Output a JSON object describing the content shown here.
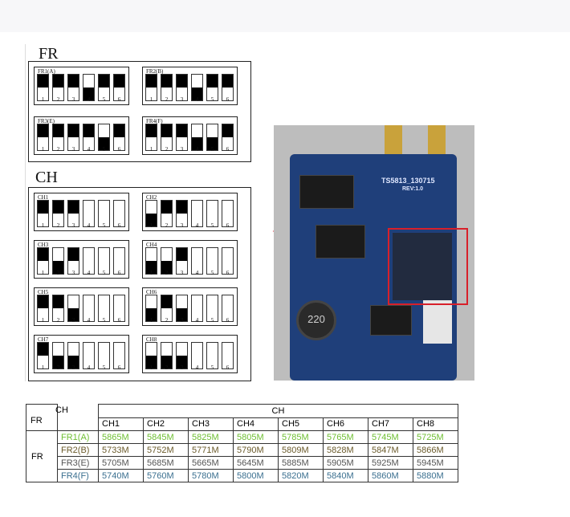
{
  "diagram": {
    "fr_title": "FR",
    "ch_title": "CH",
    "fr_cards": [
      {
        "label": "FR1(A)",
        "switches": [
          "up",
          "up",
          "up",
          "down",
          "up",
          "up"
        ]
      },
      {
        "label": "FR2(B)",
        "switches": [
          "up",
          "up",
          "up",
          "down",
          "up",
          "up"
        ]
      },
      {
        "label": "FR3(E)",
        "switches": [
          "up",
          "up",
          "up",
          "up",
          "down",
          "up"
        ]
      },
      {
        "label": "FR4(F)",
        "switches": [
          "up",
          "up",
          "up",
          "down",
          "down",
          "up"
        ]
      }
    ],
    "ch_cards": [
      {
        "label": "CH1",
        "switches": [
          "up",
          "up",
          "up",
          "off",
          "off",
          "off"
        ]
      },
      {
        "label": "CH2",
        "switches": [
          "down",
          "up",
          "up",
          "off",
          "off",
          "off"
        ]
      },
      {
        "label": "CH3",
        "switches": [
          "up",
          "down",
          "up",
          "off",
          "off",
          "off"
        ]
      },
      {
        "label": "CH4",
        "switches": [
          "down",
          "down",
          "up",
          "off",
          "off",
          "off"
        ]
      },
      {
        "label": "CH5",
        "switches": [
          "up",
          "up",
          "down",
          "off",
          "off",
          "off"
        ]
      },
      {
        "label": "CH6",
        "switches": [
          "down",
          "up",
          "down",
          "off",
          "off",
          "off"
        ]
      },
      {
        "label": "CH7",
        "switches": [
          "up",
          "down",
          "down",
          "off",
          "off",
          "off"
        ]
      },
      {
        "label": "CH8",
        "switches": [
          "down",
          "down",
          "down",
          "off",
          "off",
          "off"
        ]
      }
    ],
    "switch_numbers": [
      "1",
      "2",
      "3",
      "4",
      "5",
      "6"
    ]
  },
  "photo": {
    "board_label": "TS5813_130715",
    "rev_label": "REV:1.0",
    "inductor_label": "220"
  },
  "table": {
    "corner_ch": "CH",
    "corner_fr": "FR",
    "ch_group_header": "CH",
    "fr_group_label": "FR",
    "columns": [
      "CH1",
      "CH2",
      "CH3",
      "CH4",
      "CH5",
      "CH6",
      "CH7",
      "CH8"
    ],
    "rows": [
      {
        "band": "FR1(A)",
        "color": "#6fbf33",
        "values": [
          "5865M",
          "5845M",
          "5825M",
          "5805M",
          "5785M",
          "5765M",
          "5745M",
          "5725M"
        ]
      },
      {
        "band": "FR2(B)",
        "color": "#6a5a2a",
        "values": [
          "5733M",
          "5752M",
          "5771M",
          "5790M",
          "5809M",
          "5828M",
          "5847M",
          "5866M"
        ]
      },
      {
        "band": "FR3(E)",
        "color": "#555555",
        "values": [
          "5705M",
          "5685M",
          "5665M",
          "5645M",
          "5885M",
          "5905M",
          "5925M",
          "5945M"
        ]
      },
      {
        "band": "FR4(F)",
        "color": "#3a6f8f",
        "values": [
          "5740M",
          "5760M",
          "5780M",
          "5800M",
          "5820M",
          "5840M",
          "5860M",
          "5880M"
        ]
      }
    ]
  }
}
